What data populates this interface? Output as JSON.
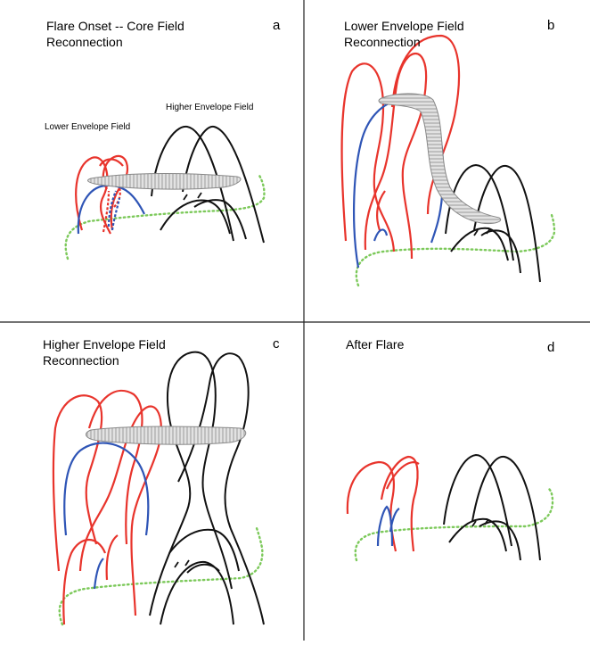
{
  "panels": [
    {
      "id": "a",
      "letter": "a",
      "title": "Flare Onset -- Core Field\nReconnection",
      "labels": [
        "Lower Envelope Field",
        "Higher Envelope Field"
      ]
    },
    {
      "id": "b",
      "letter": "b",
      "title": "Lower Envelope Field\nReconnection",
      "labels": []
    },
    {
      "id": "c",
      "letter": "c",
      "title": "Higher Envelope Field\nReconnection",
      "labels": []
    },
    {
      "id": "d",
      "letter": "d",
      "title": "After Flare",
      "labels": []
    }
  ],
  "colors": {
    "red_loops": "#e8342c",
    "blue_loops": "#2f55b6",
    "black_loops": "#111111",
    "green_dotted": "#7cc95a",
    "flux_rope_fill": "#d8d8d8",
    "flux_rope_stroke": "#888888",
    "divider": "#222222"
  }
}
